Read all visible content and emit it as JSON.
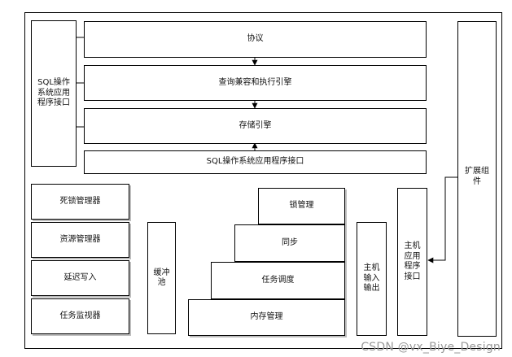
{
  "left_sql_box": {
    "label": "SQL操作系统应用程序接口"
  },
  "top_stack": {
    "protocol": "协议",
    "query_engine": "查询兼容和执行引擎",
    "storage_engine": "存储引擎",
    "sql_interface": "SQL操作系统应用程序接口"
  },
  "right_ext": {
    "label": "扩展组件"
  },
  "left_modules": [
    {
      "label": "死锁管理器"
    },
    {
      "label": "资源管理器"
    },
    {
      "label": "延迟写入"
    },
    {
      "label": "任务监视器"
    }
  ],
  "buffer_pool": {
    "label": "缓冲池"
  },
  "staircase": {
    "lock_mgmt": "锁管理",
    "sync": "同步",
    "task_sched": "任务调度",
    "memory_mgmt": "内存管理"
  },
  "host_io": {
    "label": "主机输入输出"
  },
  "host_api": {
    "label": "主机应用程序接口"
  },
  "watermark": "CSDN @vx_Biye_Design"
}
